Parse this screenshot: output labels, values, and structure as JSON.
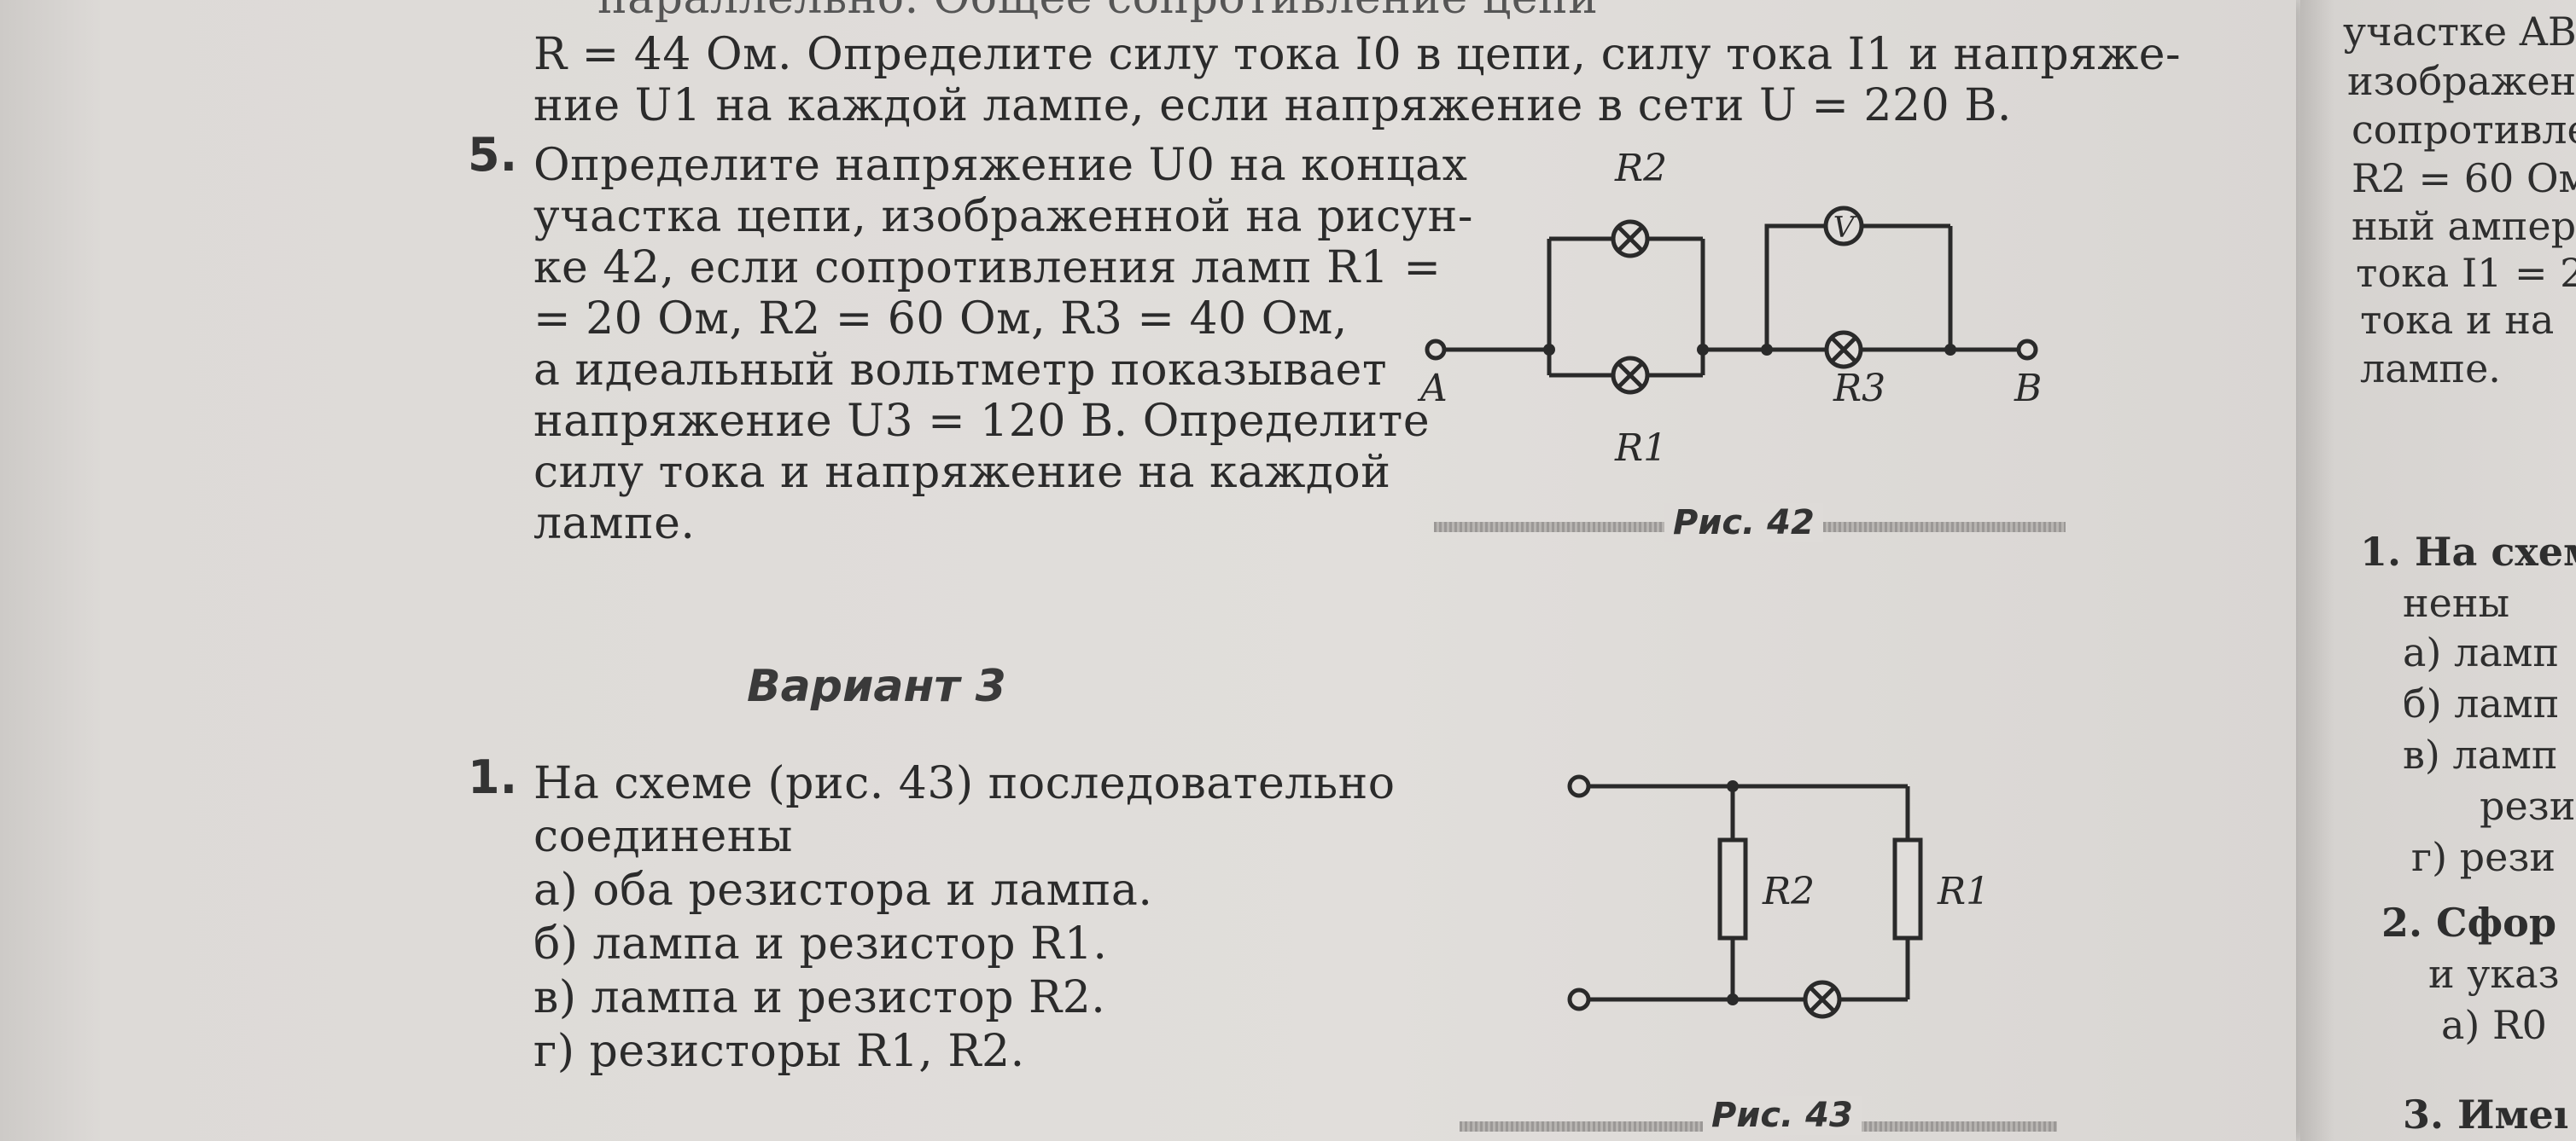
{
  "top": {
    "line0": "параллельно. Общее сопротивление цепи",
    "line1": "R = 44 Ом. Определите силу тока I0 в цепи, силу тока I1 и напряже-",
    "line2": "ние U1 на каждой лампе, если напряжение в сети U = 220 В."
  },
  "problem5": {
    "number": "5.",
    "lines": [
      "Определите напряжение U0 на концах",
      "участка цепи, изображенной на рисун-",
      "ке 42, если сопротивления ламп R1 =",
      "= 20 Ом, R2 = 60 Ом, R3 = 40 Ом,",
      "а идеальный вольтметр показывает",
      "напряжение U3 = 120 В. Определите",
      "силу тока и напряжение на каждой",
      "лампе."
    ]
  },
  "figure42": {
    "caption": "Рис. 42",
    "labels": {
      "A": "A",
      "B": "B",
      "R1": "R1",
      "R2": "R2",
      "R3": "R3",
      "V": "V"
    }
  },
  "variant": {
    "heading": "Вариант 3"
  },
  "problem1": {
    "number": "1.",
    "lines": [
      "На схеме (рис. 43) последовательно",
      "соединены"
    ],
    "options": [
      "а) оба резистора и лампа.",
      "б) лампа и резистор R1.",
      "в) лампа и резистор R2.",
      "г) резисторы R1, R2."
    ]
  },
  "figure43": {
    "caption": "Рис. 43",
    "labels": {
      "R1": "R1",
      "R2": "R2"
    }
  },
  "right_page": {
    "lines": [
      "участке AB",
      "изображен",
      "сопротивле",
      "R2 = 60 Ом",
      "ный ампер",
      "тока I1 = 2",
      "тока и на",
      "лампе.",
      "1. На схем",
      "нены",
      "а) ламп",
      "б) ламп",
      "в) ламп",
      "рези",
      "г) рези",
      "2. Сфор",
      "и указ",
      "а) R0",
      "3. Имеı"
    ]
  }
}
